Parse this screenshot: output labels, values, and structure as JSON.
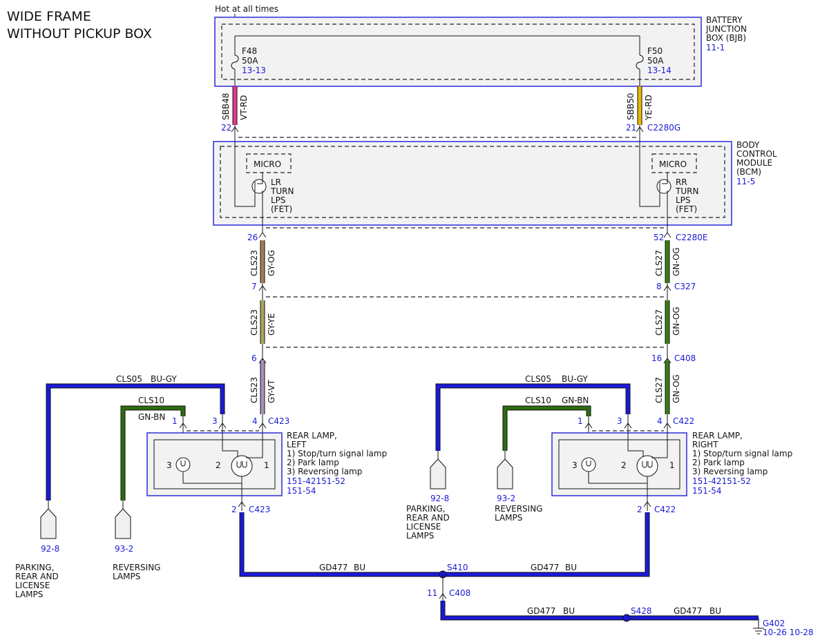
{
  "title": [
    "WIDE FRAME",
    "WITHOUT PICKUP BOX"
  ],
  "hot_label": "Hot at all times",
  "bjb": {
    "name": [
      "BATTERY",
      "JUNCTION",
      "BOX (BJB)"
    ],
    "ref": "11-1",
    "fuse_left": {
      "name": "F48",
      "rating": "50A",
      "ref": "13-13"
    },
    "fuse_right": {
      "name": "F50",
      "rating": "50A",
      "ref": "13-14"
    }
  },
  "bcm": {
    "name": [
      "BODY",
      "CONTROL",
      "MODULE",
      "(BCM)"
    ],
    "ref": "11-5",
    "micro": "MICRO",
    "left_fet": [
      "LR",
      "TURN",
      "LPS",
      "(FET)"
    ],
    "right_fet": [
      "RR",
      "TURN",
      "LPS",
      "(FET)"
    ]
  },
  "wires": {
    "sbb48": {
      "circuit": "SBB48",
      "color": "VT-RD",
      "pin": "22"
    },
    "sbb50": {
      "circuit": "SBB50",
      "color": "YE-RD",
      "pin": "21",
      "connector": "C2280G"
    },
    "left_seg1": {
      "circuit": "CLS23",
      "color": "GY-OG",
      "pin_top": "26",
      "pin_bottom": "7"
    },
    "left_seg2": {
      "circuit": "CLS23",
      "color": "GY-YE",
      "pin_bottom": "6"
    },
    "left_seg3": {
      "circuit": "CLS23",
      "color": "GY-VT",
      "pin_bottom": "4",
      "connector": "C423"
    },
    "right_seg1": {
      "circuit": "CLS27",
      "color": "GN-OG",
      "pin_top": "52",
      "connector_top": "C2280E",
      "pin_bottom": "8",
      "connector_bottom": "C327"
    },
    "right_seg2": {
      "circuit": "CLS27",
      "color": "GN-OG",
      "pin_bottom": "16",
      "connector_bottom": "C408"
    },
    "right_seg3": {
      "circuit": "CLS27",
      "color": "GN-OG",
      "pin_bottom": "4",
      "connector": "C422"
    }
  },
  "left_lamp": {
    "cls05": "CLS05",
    "cls05_color": "BU-GY",
    "cls10": "CLS10",
    "cls10_color": "GN-BN",
    "pin1": "1",
    "pin3": "3",
    "pin2": "2",
    "pin2_out": "2",
    "connector_out": "C423",
    "name": [
      "REAR LAMP,",
      "LEFT",
      "1) Stop/turn signal lamp",
      "2) Park lamp",
      "3) Reversing lamp"
    ],
    "refs": [
      "151-42151-52",
      "151-54"
    ],
    "bulb_labels": [
      "3",
      "2",
      "1"
    ]
  },
  "right_lamp": {
    "cls05": "CLS05",
    "cls05_color": "BU-GY",
    "cls10": "CLS10",
    "cls10_color": "GN-BN",
    "pin1": "1",
    "pin3": "3",
    "pin2_out": "2",
    "connector_out": "C422",
    "name": [
      "REAR LAMP,",
      "RIGHT",
      "1) Stop/turn signal lamp",
      "2) Park lamp",
      "3) Reversing lamp"
    ],
    "refs": [
      "151-42151-52",
      "151-54"
    ],
    "bulb_labels": [
      "3",
      "2",
      "1"
    ]
  },
  "refs_out": {
    "left_parking": {
      "ref": "92-8",
      "label": [
        "PARKING,",
        "REAR AND",
        "LICENSE",
        "LAMPS"
      ]
    },
    "left_reversing": {
      "ref": "93-2",
      "label": [
        "REVERSING",
        "LAMPS"
      ]
    },
    "right_parking": {
      "ref": "92-8",
      "label": [
        "PARKING,",
        "REAR AND",
        "LICENSE",
        "LAMPS"
      ]
    },
    "right_reversing": {
      "ref": "93-2",
      "label": [
        "REVERSING",
        "LAMPS"
      ]
    }
  },
  "ground": {
    "gd_left": "GD477",
    "gd_left_color": "BU",
    "gd_right": "GD477",
    "gd_right_color": "BU",
    "splice1": "S410",
    "c408_pin": "11",
    "c408": "C408",
    "gd_bottom_left": "GD477",
    "gd_bottom_left_color": "BU",
    "splice2": "S428",
    "gd_bottom_right": "GD477",
    "gd_bottom_right_color": "BU",
    "g402": "G402",
    "g402_refs": "10-26 10-28"
  },
  "colors": {
    "box_border": "#2b2bd9",
    "box_fill": "#f2f2f2",
    "ref_blue": "#1a1ad6",
    "wire_vt_rd": "#e8388a",
    "wire_ye_rd": "#e8b800",
    "wire_gy_og": "#a08058",
    "wire_gy_ye": "#a7a85a",
    "wire_gy_vt": "#a693b8",
    "wire_gn_og": "#3a7d16",
    "bus_blue": "#1a1ad6",
    "wire_gn_bn": "#2e6b12"
  }
}
